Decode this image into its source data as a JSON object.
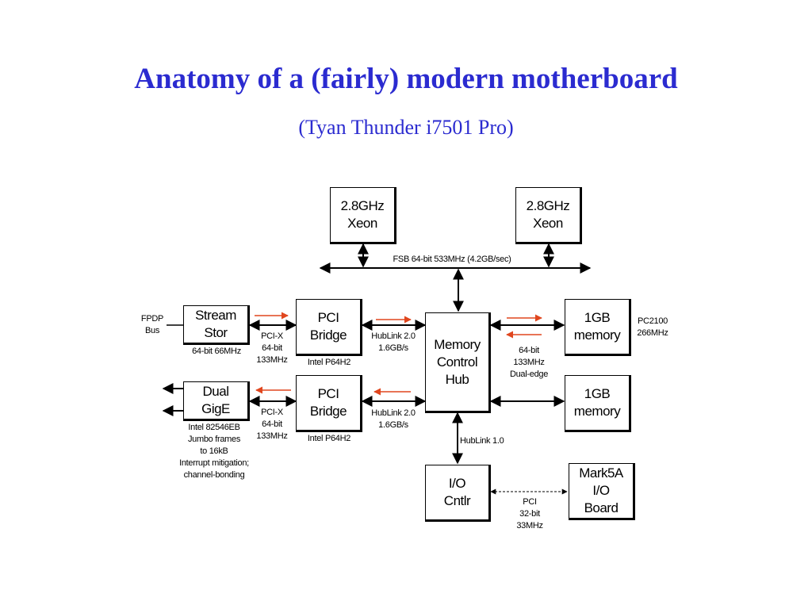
{
  "title": "Anatomy of a (fairly) modern motherboard",
  "subtitle": "(Tyan Thunder i7501 Pro)",
  "colors": {
    "title": "#2b2bd0",
    "flow_arrow": "#e0461e",
    "line": "#000000"
  },
  "blocks": {
    "cpu1": [
      "2.8GHz",
      "Xeon"
    ],
    "cpu2": [
      "2.8GHz",
      "Xeon"
    ],
    "stream_stor": [
      "Stream",
      "Stor"
    ],
    "pci_bridge_1": [
      "PCI",
      "Bridge"
    ],
    "pci_bridge_2": [
      "PCI",
      "Bridge"
    ],
    "mch": [
      "Memory",
      "Control",
      "Hub"
    ],
    "mem1": [
      "1GB",
      "memory"
    ],
    "mem2": [
      "1GB",
      "memory"
    ],
    "dual_gige": [
      "Dual",
      "GigE"
    ],
    "io_cntlr": [
      "I/O",
      "Cntlr"
    ],
    "mark5a": [
      "Mark5A",
      "I/O",
      "Board"
    ]
  },
  "labels": {
    "fsb": "FSB 64-bit 533MHz (4.2GB/sec)",
    "fpdp": [
      "FPDP",
      "Bus"
    ],
    "stream_stor_bus": "64-bit 66MHz",
    "pcix_1": [
      "PCI-X",
      "64-bit",
      "133MHz"
    ],
    "pcix_2": [
      "PCI-X",
      "64-bit",
      "133MHz"
    ],
    "intel_p64h2_1": "Intel P64H2",
    "intel_p64h2_2": "Intel P64H2",
    "hublink_1": [
      "HubLink 2.0",
      "1.6GB/s"
    ],
    "hublink_2": [
      "HubLink 2.0",
      "1.6GB/s"
    ],
    "pc2100": [
      "PC2100",
      "266MHz"
    ],
    "mem_bus": [
      "64-bit",
      "133MHz",
      "Dual-edge"
    ],
    "gige_info": [
      "Intel 82546EB",
      "Jumbo frames",
      "to 16kB",
      "Interrupt mitigation;",
      "channel-bonding"
    ],
    "hublink_10": "HubLink 1.0",
    "pci_io": [
      "PCI",
      "32-bit",
      "33MHz"
    ]
  }
}
